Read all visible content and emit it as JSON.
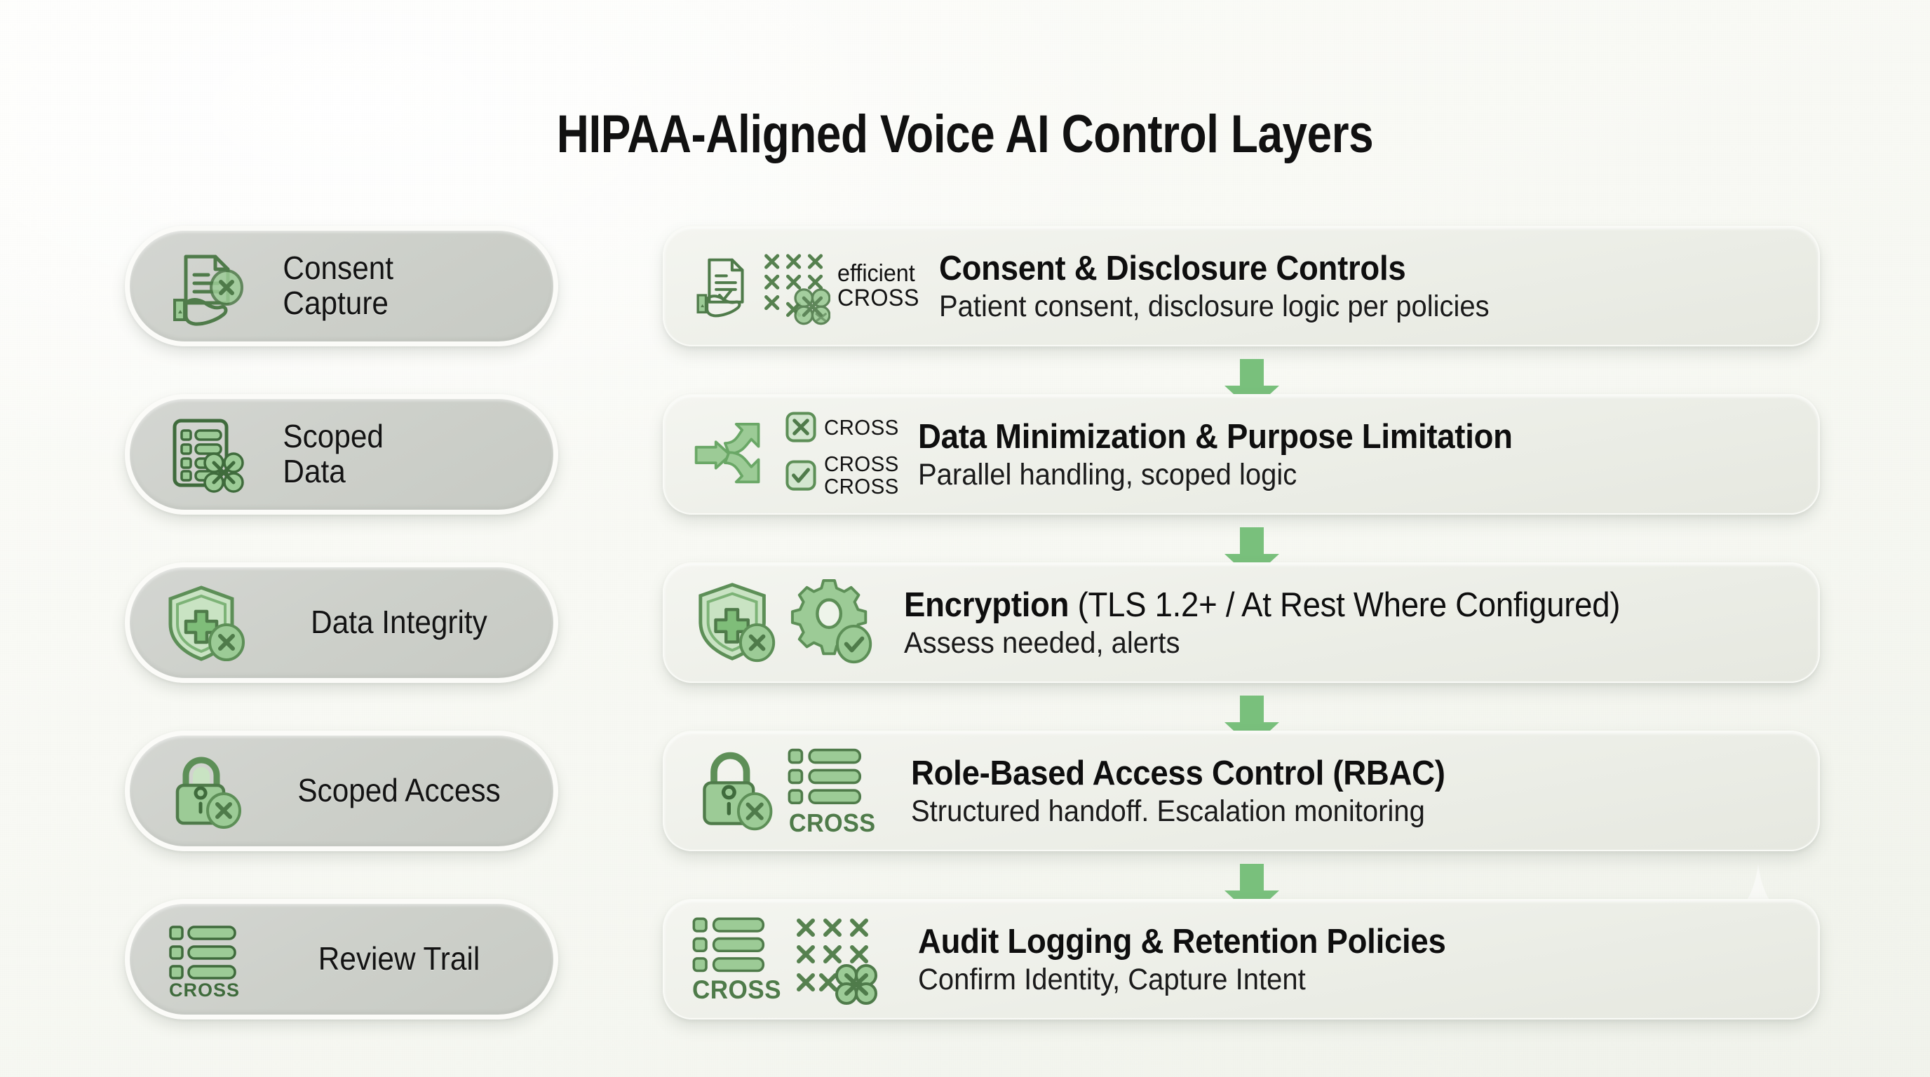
{
  "title": "HIPAA-Aligned Voice AI Control Layers",
  "colors": {
    "accent_green": "#7ab87a",
    "icon_green_dark": "#4f7b4a",
    "icon_green_light": "#9ccb96",
    "pill_bg": "#cdd0ca",
    "panel_bg": "#eceee7",
    "text_dark": "#0e0e0e",
    "background": "#f6f8f1"
  },
  "stages": [
    {
      "pill_label_line1": "Consent",
      "pill_label_line2": "Capture",
      "pill_icon": "document-hand-x-icon",
      "panel_title": "Consent & Disclosure Controls",
      "panel_subtitle": "Patient consent, disclosure logic per policies",
      "panel_icon": "document-hand-check-icon",
      "icon_labels": [
        "efficient",
        "CROSS"
      ],
      "icon_label_color": "black"
    },
    {
      "pill_label_line1": "Scoped",
      "pill_label_line2": "Data",
      "pill_icon": "checklist-network-icon",
      "panel_title": "Data Minimization & Purpose Limitation",
      "panel_subtitle": "Parallel handling, scoped logic",
      "panel_icon": "branching-arrows-icon",
      "icon_labels": [
        "CROSS",
        "CROSS",
        "CROSS"
      ],
      "icon_label_color": "black"
    },
    {
      "pill_label_line1": "Data Integrity",
      "pill_label_line2": "",
      "pill_icon": "shield-plus-x-icon",
      "panel_title_bold": "Encryption",
      "panel_title_light": " (TLS 1.2+ / At Rest Where Configured)",
      "panel_title": "Encryption (TLS 1.2+ / At Rest Where Configured)",
      "panel_subtitle": "Assess needed, alerts",
      "panel_icon": "shield-gear-check-icon",
      "icon_labels": [],
      "icon_label_color": "black"
    },
    {
      "pill_label_line1": "Scoped Access",
      "pill_label_line2": "",
      "pill_icon": "padlock-x-icon",
      "panel_title": "Role-Based Access Control (RBAC)",
      "panel_subtitle": "Structured handoff. Escalation monitoring",
      "panel_icon": "padlock-list-icon",
      "icon_labels": [
        "CROSS"
      ],
      "icon_label_color": "green"
    },
    {
      "pill_label_line1": "Review Trail",
      "pill_label_line2": "",
      "pill_icon": "checklist-cross-icon",
      "panel_title": "Audit Logging & Retention Policies",
      "panel_subtitle": "Confirm Identity, Capture Intent",
      "panel_icon": "checklist-x-grid-icon",
      "icon_labels": [
        "CROSS"
      ],
      "icon_label_color": "green"
    }
  ],
  "connectors": [
    {
      "direction": "down",
      "name": "arrow-stage-1-to-2"
    },
    {
      "direction": "down",
      "name": "arrow-stage-2-to-3"
    },
    {
      "direction": "down",
      "name": "arrow-stage-3-to-4"
    },
    {
      "direction": "down",
      "name": "arrow-stage-4-to-5"
    }
  ]
}
